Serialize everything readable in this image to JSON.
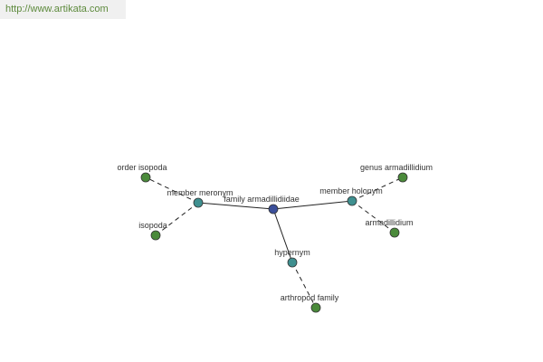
{
  "site": {
    "url_text": "http://www.artikata.com"
  },
  "colors": {
    "url": "#5d8a3c",
    "banner_bg": "#f0f0f0",
    "center_node": "#3b4f9a",
    "relation_node": "#3f9090",
    "leaf_node": "#4a8a3a",
    "node_stroke": "#333333",
    "edge": "#222222",
    "label": "#333333"
  },
  "graph": {
    "center": {
      "id": "center",
      "label": "family armadillidiidae",
      "type": "center"
    },
    "relations": [
      {
        "id": "meronym",
        "label": "member meronym",
        "type": "relation"
      },
      {
        "id": "holonym",
        "label": "member holonym",
        "type": "relation"
      },
      {
        "id": "hypernym",
        "label": "hypernym",
        "type": "relation"
      }
    ],
    "leaves": [
      {
        "id": "order-isopoda",
        "label": "order isopoda",
        "parent": "meronym"
      },
      {
        "id": "isopoda",
        "label": "isopoda",
        "parent": "meronym"
      },
      {
        "id": "genus-armadillidium",
        "label": "genus armadillidium",
        "parent": "holonym"
      },
      {
        "id": "armadillidium",
        "label": "armadillidium",
        "parent": "holonym"
      },
      {
        "id": "arthropod-family",
        "label": "arthropod family",
        "parent": "hypernym"
      }
    ]
  }
}
